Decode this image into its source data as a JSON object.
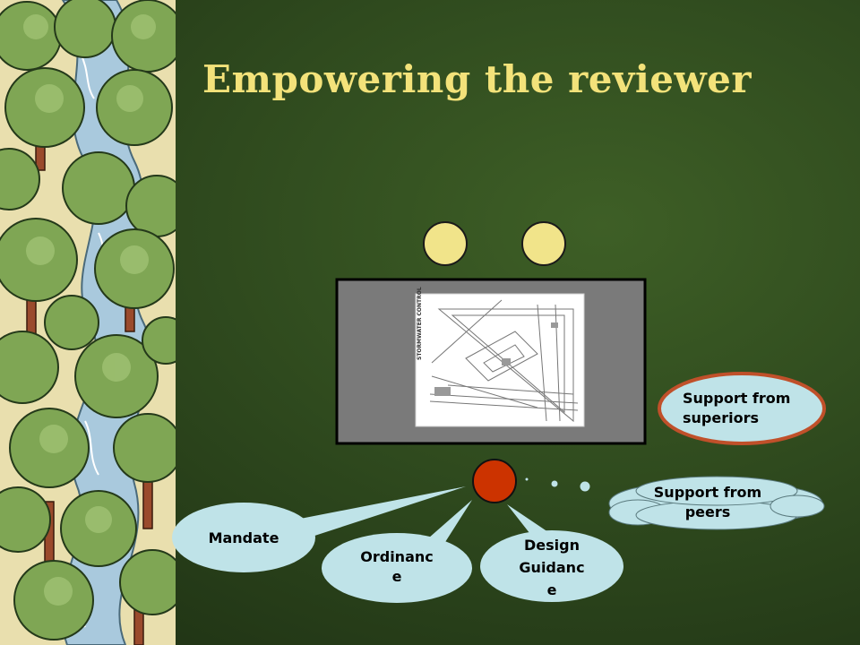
{
  "slide": {
    "title": "Empowering the reviewer"
  },
  "diagram": {
    "plan_sheet_label": "STORMWATER CONTROL",
    "bubbles": {
      "mandate": "Mandate",
      "ordinance": "Ordinanc\ne",
      "design_guidance": "Design\nGuidanc\ne",
      "support_superiors": "Support from\nsuperiors",
      "support_peers": "Support from\npeers"
    }
  },
  "colors": {
    "background": "#2f4a1e",
    "title": "#f3e27a",
    "head": "#f1e48a",
    "reviewer_head": "#cc3300",
    "bubble_fill": "#bfe3e8",
    "superiors_border": "#c0502a",
    "desk": "#7a7a7a"
  }
}
